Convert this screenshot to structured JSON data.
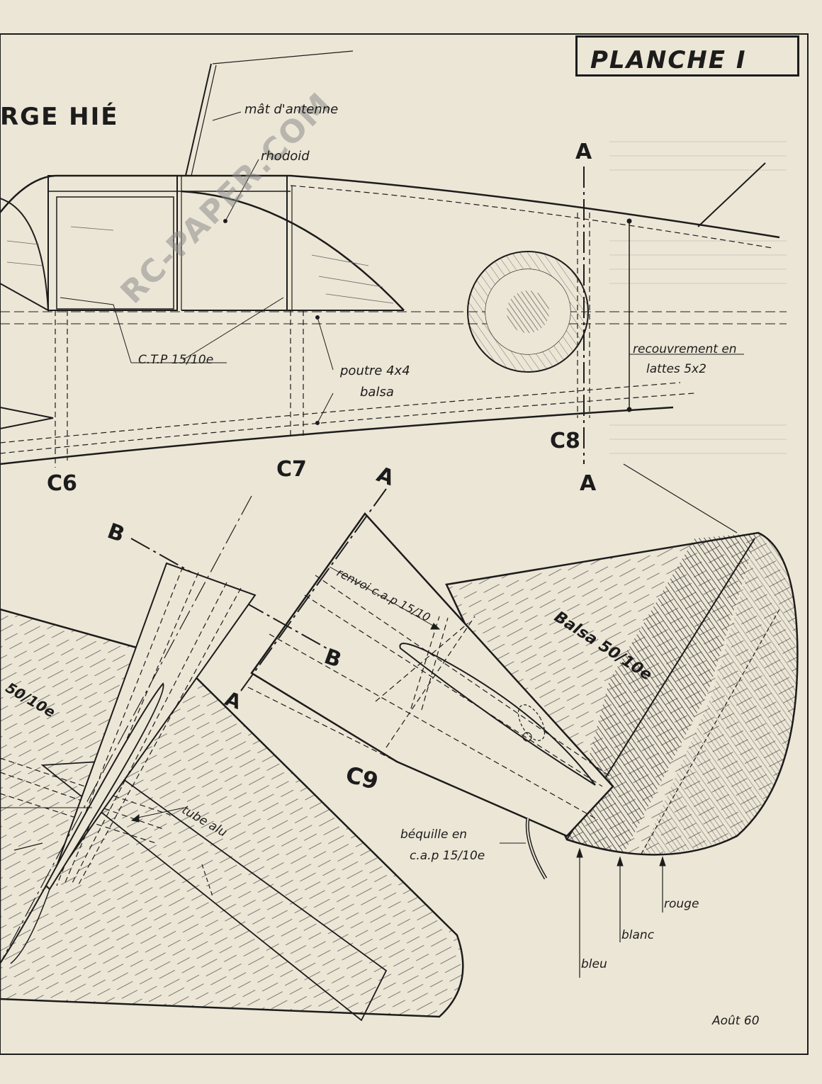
{
  "title": "PLANCHE I",
  "header_partial": "RGE HIÉ",
  "watermark": "RC-PAPER.COM",
  "labels": {
    "mat_antenne": "mât d'antenne",
    "rhodoid": "rhodoid",
    "ctp": "C.T.P 15/10e",
    "poutre_line1": "poutre 4x4",
    "poutre_line2": "balsa",
    "recouvrement_line1": "recouvrement en",
    "recouvrement_line2": "lattes 5x2",
    "renvoi": "renvoi c.a.p 15/10",
    "balsa_tail": "Balsa 50/10e",
    "balsa_wing": "50/10e",
    "tube_alu": "tube alu",
    "bequille_line1": "béquille en",
    "bequille_line2": "c.a.p 15/10e",
    "rouge": "rouge",
    "blanc": "blanc",
    "bleu": "bleu",
    "date": "Août 60"
  },
  "sections": {
    "a_top": "A",
    "a_mid": "A",
    "a_diag": "A",
    "a_low": "A",
    "b_left": "B",
    "b_mid": "B",
    "c6": "C6",
    "c7": "C7",
    "c8": "C8",
    "c9": "C9"
  }
}
